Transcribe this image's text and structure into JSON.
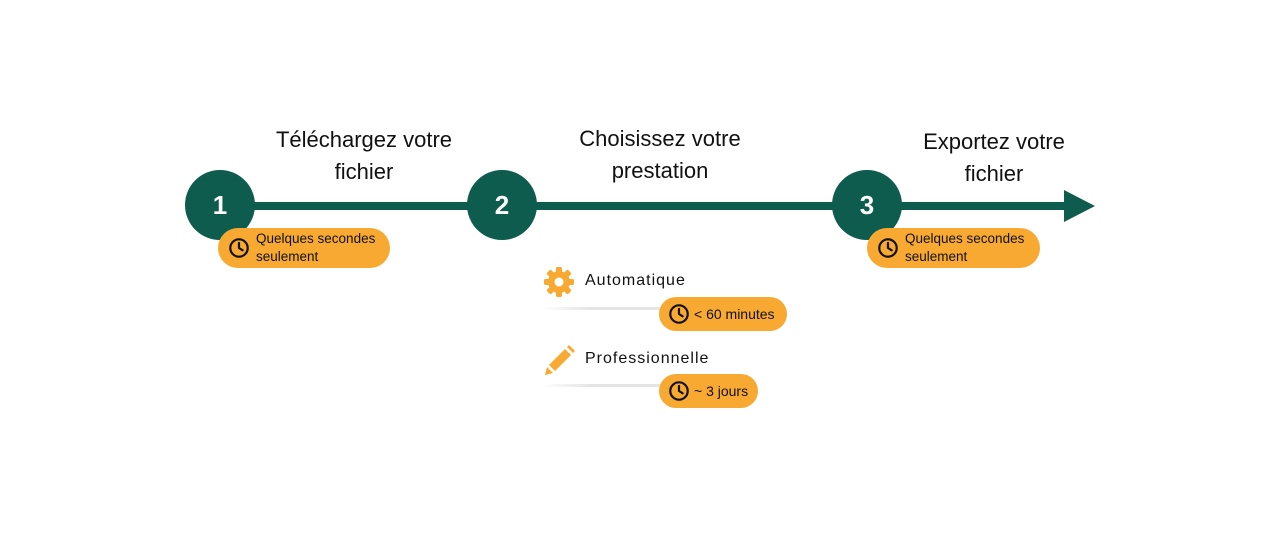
{
  "steps": [
    {
      "number": "1",
      "title_line1": "Téléchargez votre",
      "title_line2": "fichier",
      "duration_line1": "Quelques secondes",
      "duration_line2": "seulement"
    },
    {
      "number": "2",
      "title_line1": "Choisissez votre",
      "title_line2": "prestation"
    },
    {
      "number": "3",
      "title_line1": "Exportez votre",
      "title_line2": "fichier",
      "duration_line1": "Quelques secondes",
      "duration_line2": "seulement"
    }
  ],
  "options": [
    {
      "label": "Automatique",
      "icon": "gear-icon",
      "duration": "< 60 minutes"
    },
    {
      "label": "Professionnelle",
      "icon": "pencil-icon",
      "duration": "~ 3 jours"
    }
  ],
  "colors": {
    "timeline": "#0d5c4e",
    "accent": "#f7a931",
    "text": "#111111"
  }
}
